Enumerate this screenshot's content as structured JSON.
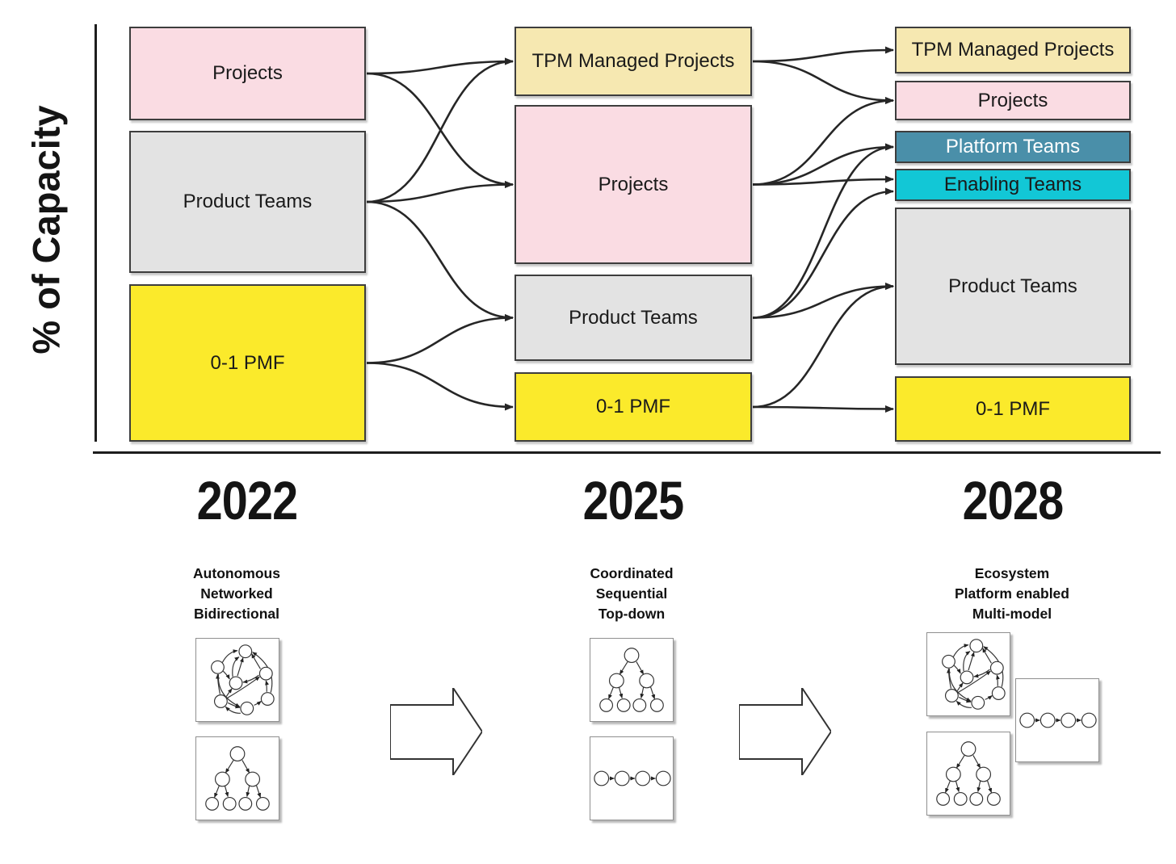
{
  "axis": {
    "y_label": "% of Capacity"
  },
  "years": [
    "2022",
    "2025",
    "2028"
  ],
  "palette": {
    "pink": "#FADCE3",
    "gray": "#E3E3E3",
    "yellow": "#FBEA2B",
    "cream": "#F6E8B1",
    "teal": "#4A8FA9",
    "cyan": "#12C7D6",
    "box_border": "#3D3D3D",
    "arrow": "#262626",
    "text_dark": "#1A1A1A",
    "text_light": "#FFFFFF"
  },
  "boxes": [
    {
      "id": "c1_projects",
      "year": "2022",
      "label": "Projects",
      "fill": "pink",
      "text": "text_dark"
    },
    {
      "id": "c1_product",
      "year": "2022",
      "label": "Product Teams",
      "fill": "gray",
      "text": "text_dark"
    },
    {
      "id": "c1_pmf",
      "year": "2022",
      "label": "0-1 PMF",
      "fill": "yellow",
      "text": "text_dark"
    },
    {
      "id": "c2_tpm",
      "year": "2025",
      "label": "TPM Managed Projects",
      "fill": "cream",
      "text": "text_dark"
    },
    {
      "id": "c2_projects",
      "year": "2025",
      "label": "Projects",
      "fill": "pink",
      "text": "text_dark"
    },
    {
      "id": "c2_product",
      "year": "2025",
      "label": "Product Teams",
      "fill": "gray",
      "text": "text_dark"
    },
    {
      "id": "c2_pmf",
      "year": "2025",
      "label": "0-1 PMF",
      "fill": "yellow",
      "text": "text_dark"
    },
    {
      "id": "c3_tpm",
      "year": "2028",
      "label": "TPM Managed Projects",
      "fill": "cream",
      "text": "text_dark"
    },
    {
      "id": "c3_projects",
      "year": "2028",
      "label": "Projects",
      "fill": "pink",
      "text": "text_dark"
    },
    {
      "id": "c3_platform",
      "year": "2028",
      "label": "Platform Teams",
      "fill": "teal",
      "text": "text_light"
    },
    {
      "id": "c3_enabling",
      "year": "2028",
      "label": "Enabling Teams",
      "fill": "cyan",
      "text": "text_dark"
    },
    {
      "id": "c3_product",
      "year": "2028",
      "label": "Product Teams",
      "fill": "gray",
      "text": "text_dark"
    },
    {
      "id": "c3_pmf",
      "year": "2028",
      "label": "0-1 PMF",
      "fill": "yellow",
      "text": "text_dark"
    }
  ],
  "flows": [
    {
      "from": "c1_projects",
      "to": "c2_tpm"
    },
    {
      "from": "c1_projects",
      "to": "c2_projects"
    },
    {
      "from": "c1_product",
      "to": "c2_tpm"
    },
    {
      "from": "c1_product",
      "to": "c2_projects"
    },
    {
      "from": "c1_product",
      "to": "c2_product"
    },
    {
      "from": "c1_pmf",
      "to": "c2_product"
    },
    {
      "from": "c1_pmf",
      "to": "c2_pmf"
    },
    {
      "from": "c2_tpm",
      "to": "c3_tpm"
    },
    {
      "from": "c2_tpm",
      "to": "c3_projects"
    },
    {
      "from": "c2_projects",
      "to": "c3_projects"
    },
    {
      "from": "c2_projects",
      "to": "c3_platform"
    },
    {
      "from": "c2_projects",
      "to": "c3_enabling"
    },
    {
      "from": "c2_product",
      "to": "c3_platform"
    },
    {
      "from": "c2_product",
      "to": "c3_enabling"
    },
    {
      "from": "c2_product",
      "to": "c3_product"
    },
    {
      "from": "c2_pmf",
      "to": "c3_product"
    },
    {
      "from": "c2_pmf",
      "to": "c3_pmf"
    }
  ],
  "footer": {
    "groups": [
      {
        "year": "2022",
        "caption_lines": [
          "Autonomous",
          "Networked",
          "Bidirectional"
        ],
        "diagrams": [
          "network",
          "tree"
        ]
      },
      {
        "year": "2025",
        "caption_lines": [
          "Coordinated",
          "Sequential",
          "Top-down"
        ],
        "diagrams": [
          "tree",
          "chain"
        ]
      },
      {
        "year": "2028",
        "caption_lines": [
          "Ecosystem",
          "Platform enabled",
          "Multi-model"
        ],
        "diagrams": [
          "network",
          "chain",
          "tree"
        ]
      }
    ]
  }
}
